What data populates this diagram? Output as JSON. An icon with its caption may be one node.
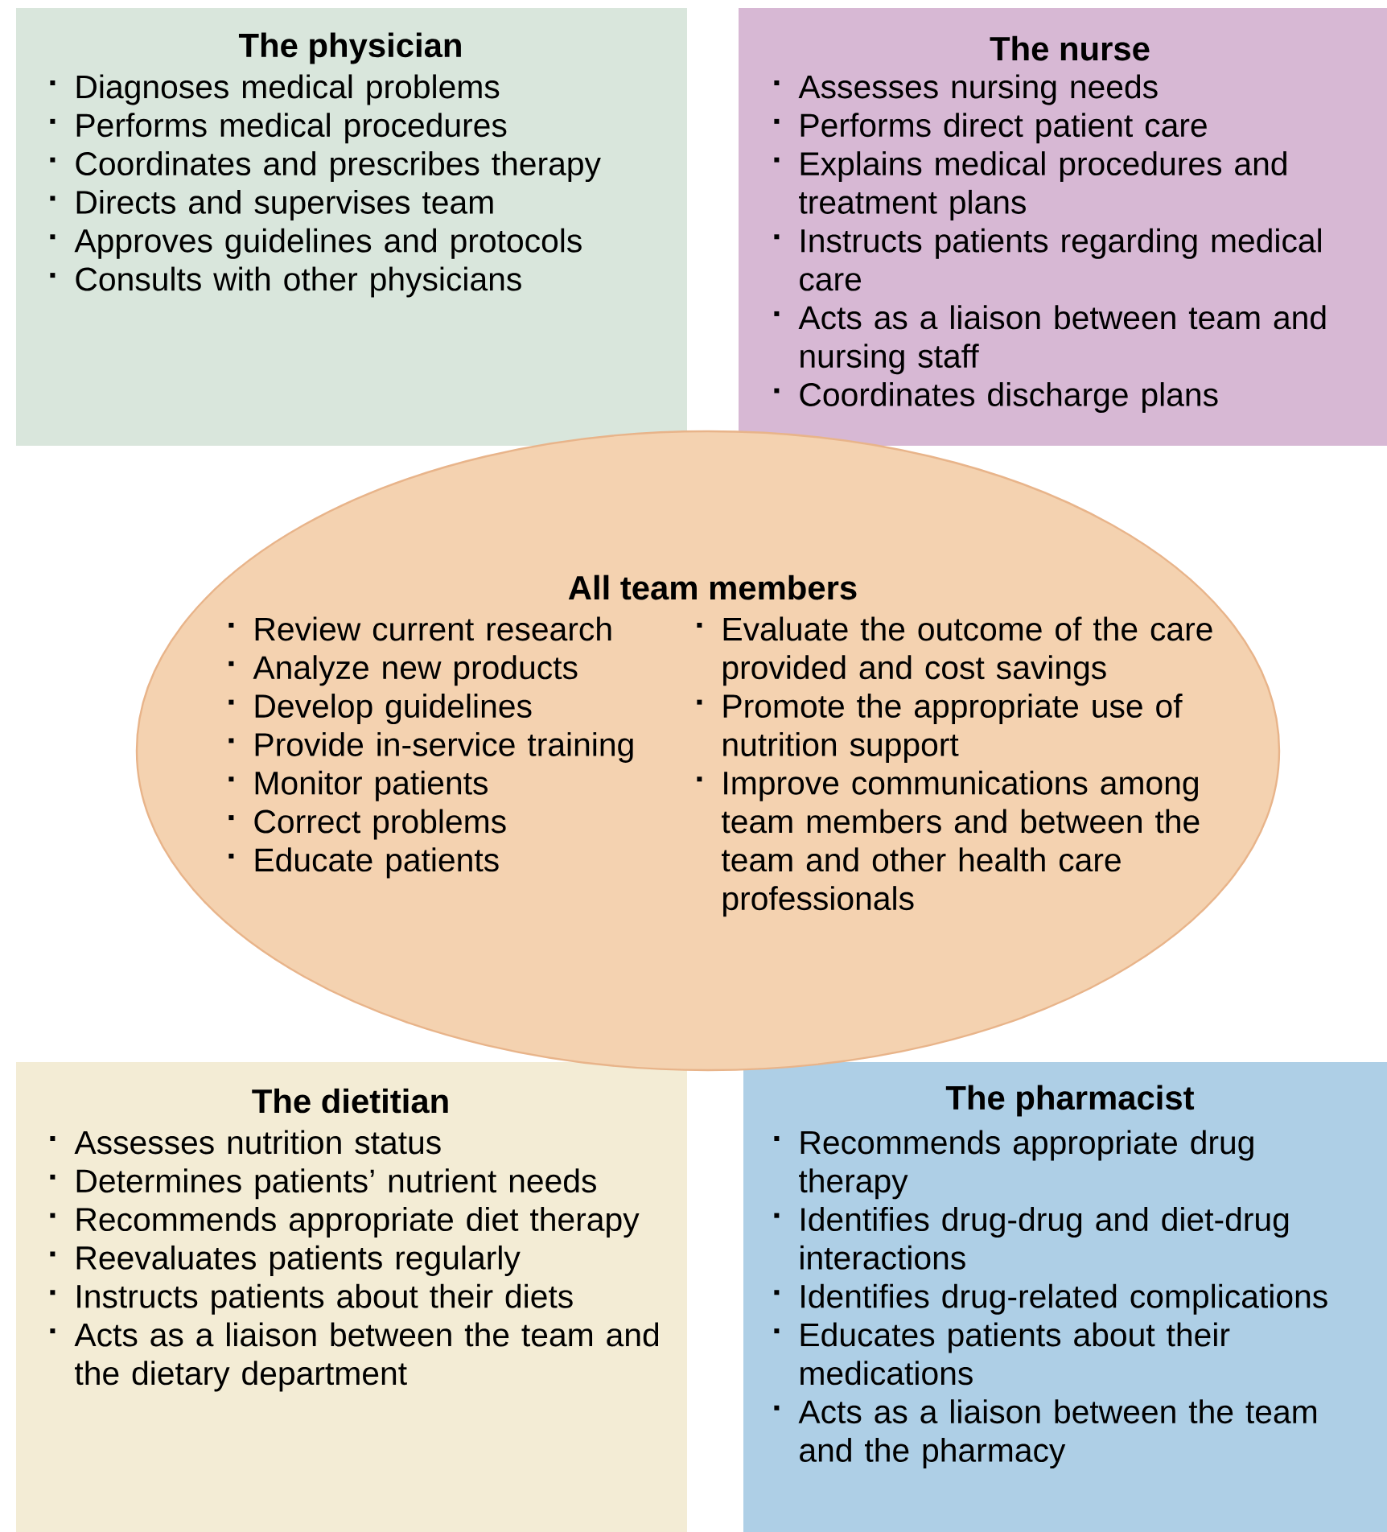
{
  "diagram": {
    "nodes": [
      {
        "text": [
          "The physician",
          "Diagnoses medical problems",
          "Performs medical procedures",
          "Coordinates and prescribes therapy",
          "Directs and supervises team",
          "Approves guidelines and protocols",
          "Consults with other physicians"
        ]
      },
      {
        "text": [
          "The nurse",
          "Assesses nursing needs",
          "Performs direct patient care",
          "Explains medical procedures and treatment plans",
          "Instructs patients regarding medical care",
          "Acts as a liaison between team and nursing staff",
          "Coordinates discharge plans"
        ]
      },
      {
        "text": [
          "All team members",
          "Review current research",
          "Analyze new products",
          "Develop guidelines",
          "Provide in-service training",
          "Monitor patients",
          "Correct problems",
          "Educate patients",
          "Evaluate the outcome of the care provided and cost savings",
          "Promote the appropriate use of nutrition support",
          "Improve communications among team members and between the team and other health care professionals"
        ]
      },
      {
        "text": [
          "The dietitian",
          "Assesses nutrition status",
          "Determines patients’ nutrient needs",
          "Recommends appropriate diet therapy",
          "Reevaluates patients regularly",
          "Instructs patients about their diets",
          "Acts as a liaison between the team and the dietary department"
        ]
      },
      {
        "text": [
          "The pharmacist",
          "Recommends appropriate drug therapy",
          "Identifies drug-drug and diet-drug interactions",
          "Identifies drug-related complications",
          "Educates patients about their medications",
          "Acts as a liaison between the team and the pharmacy"
        ]
      }
    ]
  }
}
